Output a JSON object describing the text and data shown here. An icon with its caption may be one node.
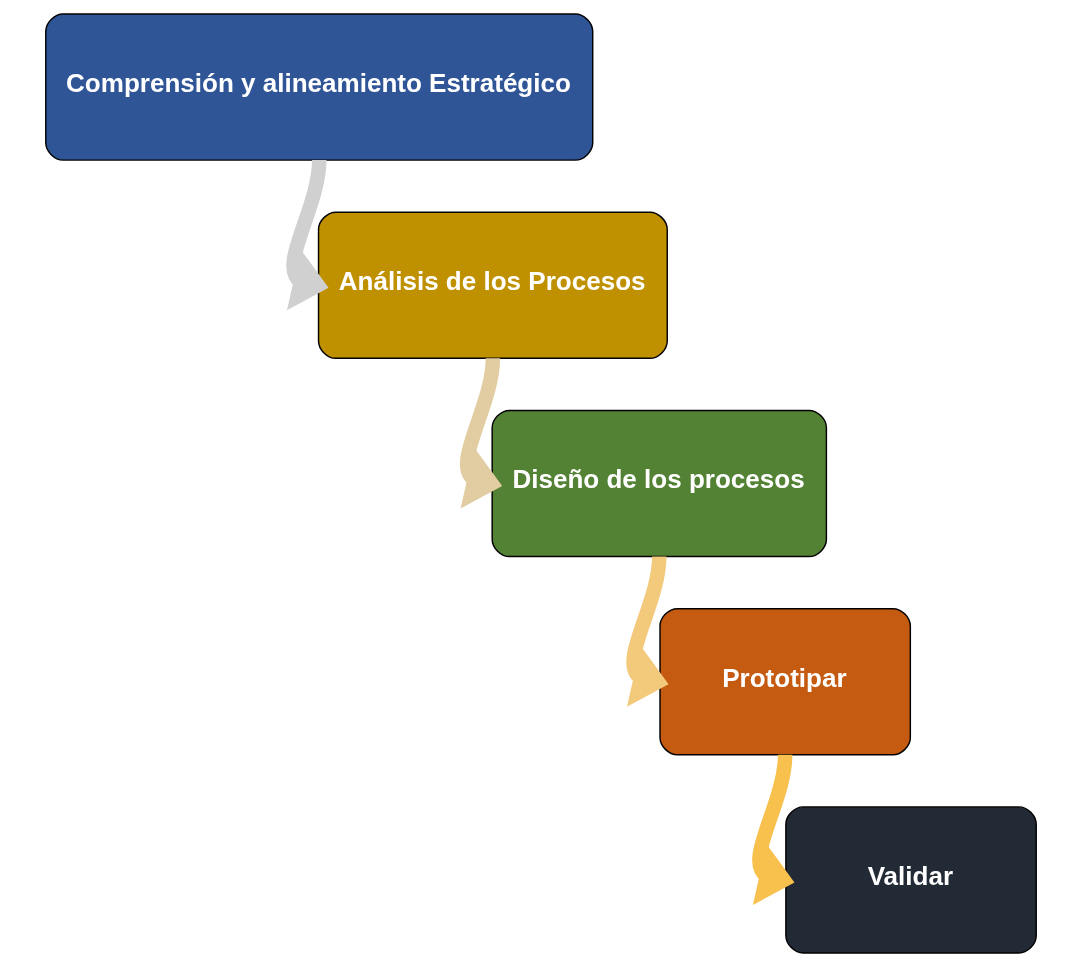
{
  "diagram": {
    "nodes": [
      {
        "text": [
          "Comprensión y alineamiento Estratégico"
        ]
      },
      {
        "text": [
          "Análisis de los Procesos"
        ]
      },
      {
        "text": [
          "Diseño de los procesos"
        ]
      },
      {
        "text": [
          "Prototipar"
        ]
      },
      {
        "text": [
          "Validar"
        ]
      }
    ],
    "edges": [
      {
        "from": 0,
        "to": 1,
        "arrow": "to",
        "color": "#d0d0d0"
      },
      {
        "from": 1,
        "to": 2,
        "arrow": "to",
        "color": "#e2cda2"
      },
      {
        "from": 2,
        "to": 3,
        "arrow": "to",
        "color": "#f3c97c"
      },
      {
        "from": 3,
        "to": 4,
        "arrow": "to",
        "color": "#f8c04c"
      }
    ]
  }
}
